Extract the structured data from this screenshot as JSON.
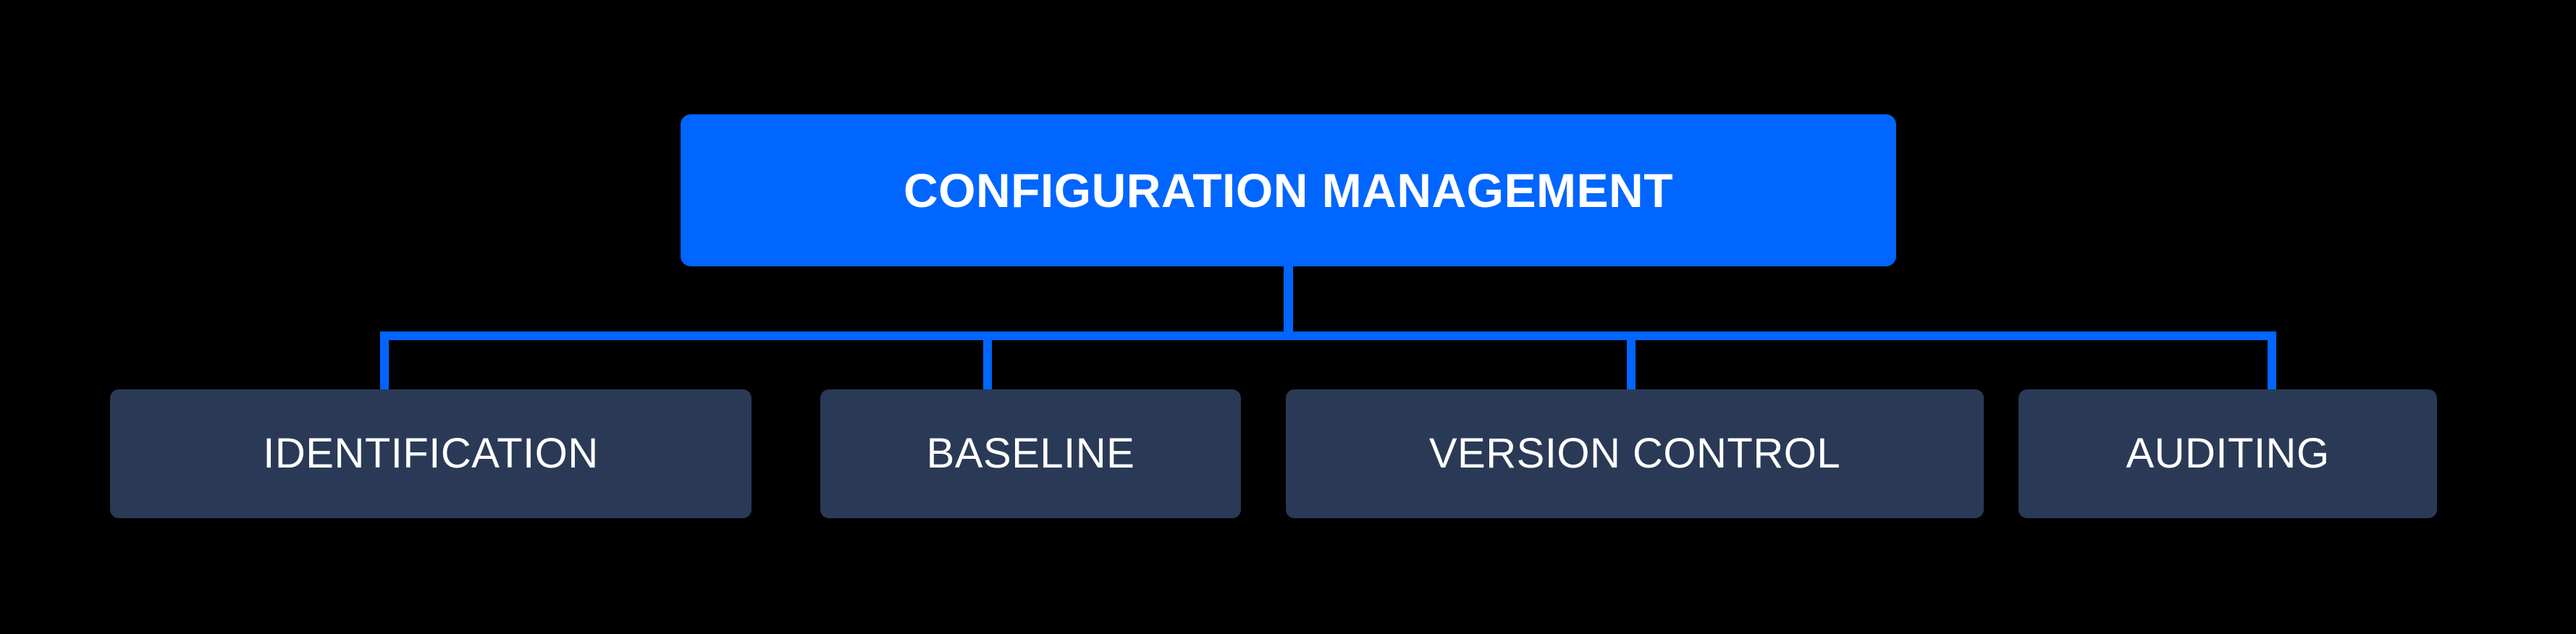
{
  "diagram": {
    "type": "hierarchy-tree",
    "background_color": "#000000",
    "accent_color": "#0066FF",
    "node_color": "#2A3A56",
    "text_color": "#FFFFFF",
    "root": {
      "label": "CONFIGURATION MANAGEMENT"
    },
    "children": [
      {
        "label": "IDENTIFICATION"
      },
      {
        "label": "BASELINE"
      },
      {
        "label": "VERSION CONTROL"
      },
      {
        "label": "AUDITING"
      }
    ]
  }
}
